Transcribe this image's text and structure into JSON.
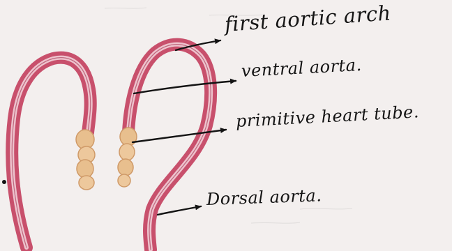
{
  "labels": {
    "first_aortic_arch": "first aortic arch",
    "ventral_aorta": "ventral aorta.",
    "primitive_heart_tube": "primitive heart tube.",
    "dorsal_aorta": "Dorsal aorta."
  },
  "colors": {
    "paper": "#f3efee",
    "vessel": "#c8506c",
    "vessel_light": "#eec3cd",
    "heart_tube": "#e8bf8e",
    "ink": "#141414"
  }
}
